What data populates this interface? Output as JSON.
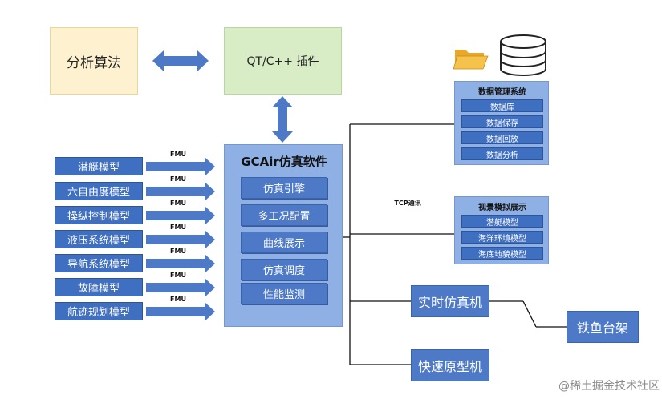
{
  "diagram": {
    "algorithm": "分析算法",
    "plugin": "QT/C++ 插件",
    "sim_software": {
      "title": "GCAir仿真软件",
      "items": [
        "仿真引擎",
        "多工况配置",
        "曲线展示",
        "仿真调度",
        "性能监测"
      ]
    },
    "models": [
      "潜艇模型",
      "六自由度模型",
      "操纵控制模型",
      "液压系统模型",
      "导航系统模型",
      "故障模型",
      "航迹规划模型"
    ],
    "fmu_label": "FMU",
    "data_mgmt": {
      "title": "数据管理系统",
      "items": [
        "数据库",
        "数据保存",
        "数据回放",
        "数据分析"
      ]
    },
    "tcp_label": "TCP通讯",
    "visual": {
      "title": "视景模拟展示",
      "items": [
        "潜艇模型",
        "海洋环境模型",
        "海底地貌模型"
      ]
    },
    "realtime": "实时仿真机",
    "rig": "铁鱼台架",
    "rapid": "快速原型机",
    "watermark": "@稀土掘金技术社区",
    "icons": [
      "folder-icon",
      "database-icon"
    ],
    "colors": {
      "blue": "#4d79c7",
      "light_blue": "#8fb0e4",
      "green": "#d8ecc6",
      "yellow": "#fdf1cf"
    }
  }
}
